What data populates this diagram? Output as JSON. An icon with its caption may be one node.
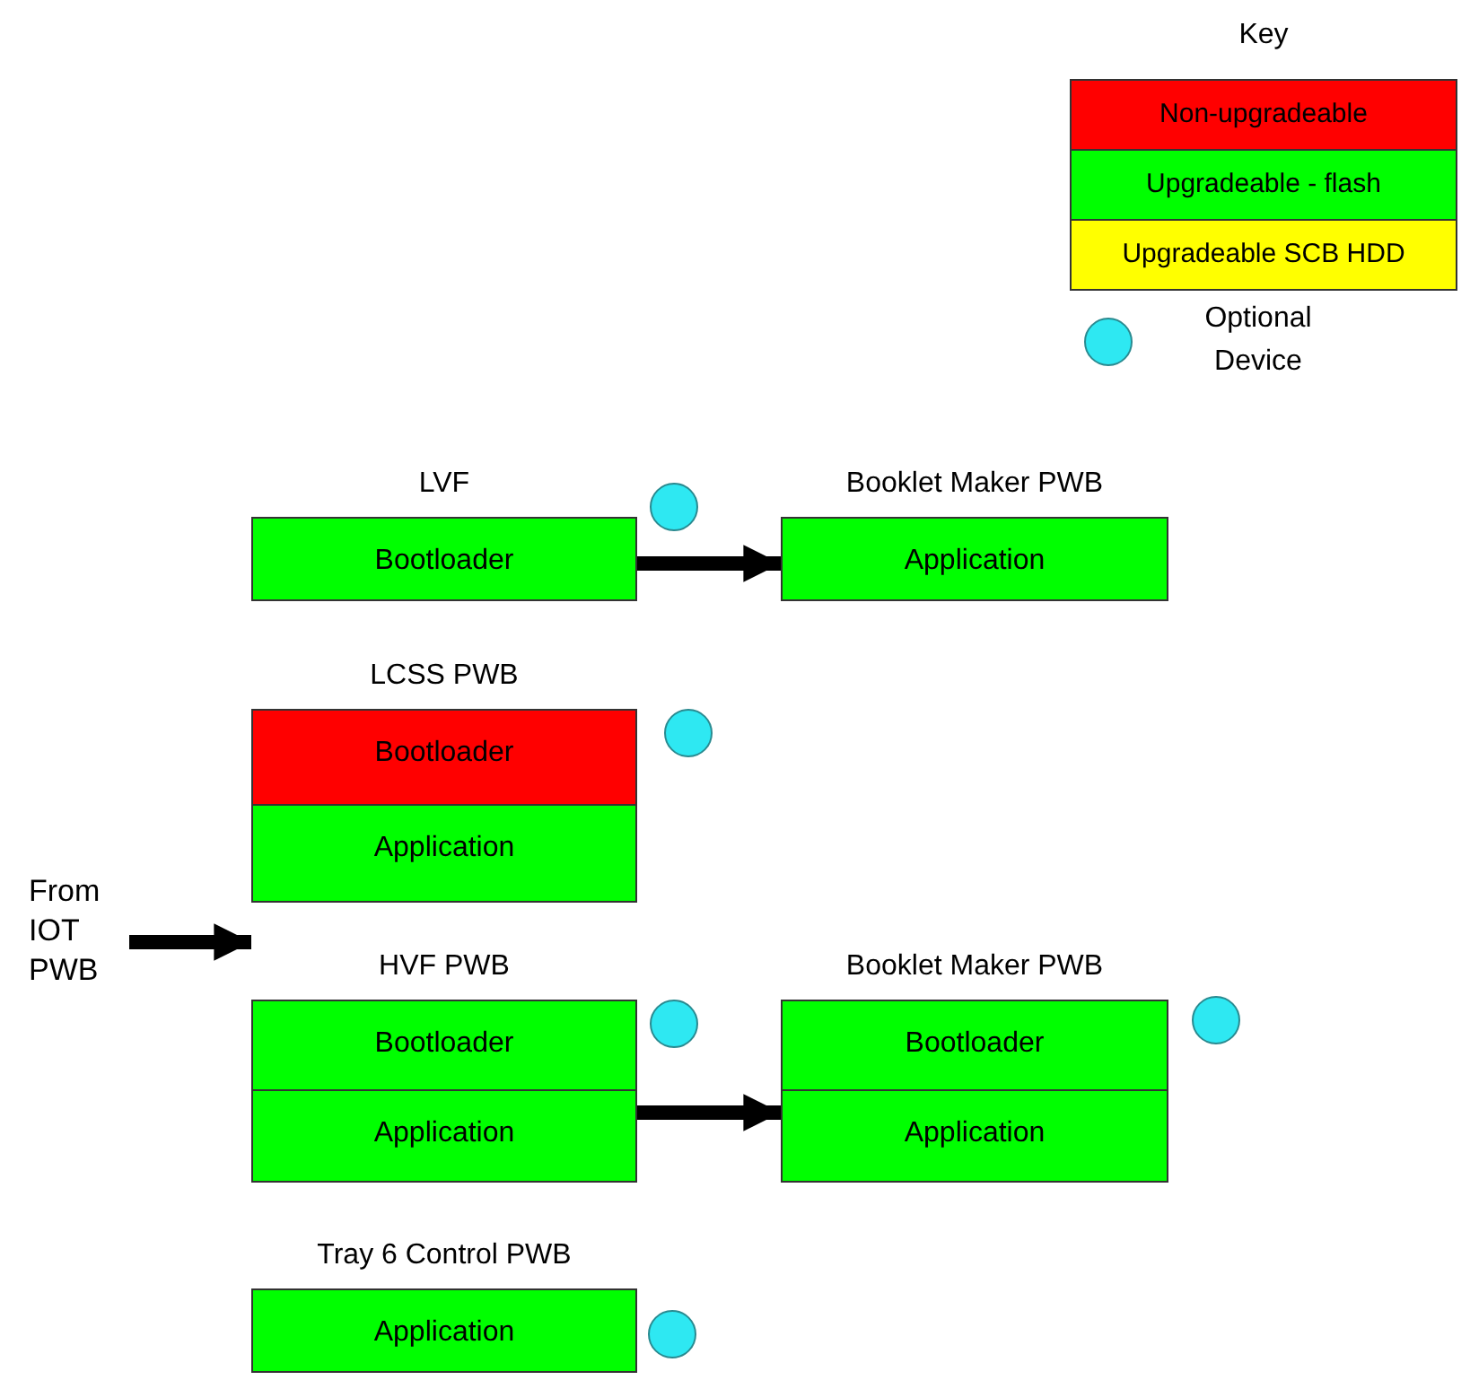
{
  "diagram": {
    "nodes": [
      {
        "text": [
          "LVF",
          "Bootloader"
        ]
      },
      {
        "text": [
          "Booklet Maker PWB",
          "Application"
        ]
      },
      {
        "text": [
          "LCSS PWB",
          "Bootloader",
          "Application"
        ]
      },
      {
        "text": [
          "From IOT PWB"
        ]
      },
      {
        "text": [
          "HVF PWB",
          "Bootloader",
          "Application"
        ]
      },
      {
        "text": [
          "Booklet Maker PWB",
          "Bootloader",
          "Application"
        ]
      },
      {
        "text": [
          "Tray 6 Control PWB",
          "Application"
        ]
      }
    ],
    "edges": [
      {
        "from": 0,
        "to": 1,
        "arrow": "to"
      },
      {
        "from": 4,
        "to": 5,
        "arrow": "to"
      },
      {
        "from": 3,
        "to": 4,
        "arrow": "to"
      }
    ],
    "labels": [
      "Key"
    ],
    "legend": [
      {
        "text": "Non-upgradeable",
        "color": "#ff0000"
      },
      {
        "text": "Upgradeable - flash",
        "color": "#00ff00"
      },
      {
        "text": "Upgradeable SCB HDD",
        "color": "#ffff00"
      },
      {
        "text": "Optional Device"
      }
    ]
  }
}
